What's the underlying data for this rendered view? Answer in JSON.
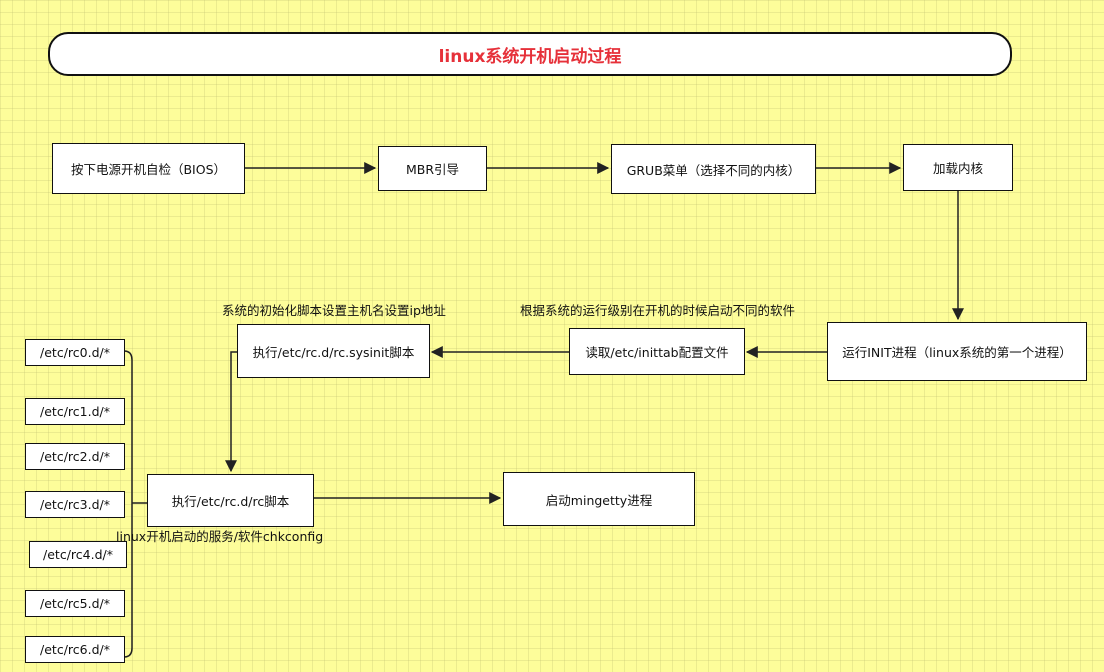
{
  "title": "linux系统开机启动过程",
  "nodes": {
    "power_on": "按下电源开机自检（BIOS）",
    "mbr": "MBR引导",
    "grub": "GRUB菜单（选择不同的内核）",
    "load_kernel": "加载内核",
    "run_init": "运行INIT进程（linux系统的第一个进程）",
    "read_inittab": "读取/etc/inittab配置文件",
    "exec_sysinit": "执行/etc/rc.d/rc.sysinit脚本",
    "exec_rc": "执行/etc/rc.d/rc脚本",
    "start_mingetty": "启动mingetty进程"
  },
  "rc_dirs": [
    "/etc/rc0.d/*",
    "/etc/rc1.d/*",
    "/etc/rc2.d/*",
    "/etc/rc3.d/*",
    "/etc/rc4.d/*",
    "/etc/rc5.d/*",
    "/etc/rc6.d/*"
  ],
  "labels": {
    "sysinit_note": "系统的初始化脚本设置主机名设置ip地址",
    "inittab_note": "根据系统的运行级别在开机的时候启动不同的软件",
    "rc_note": "linux开机启动的服务/软件chkconfig"
  }
}
